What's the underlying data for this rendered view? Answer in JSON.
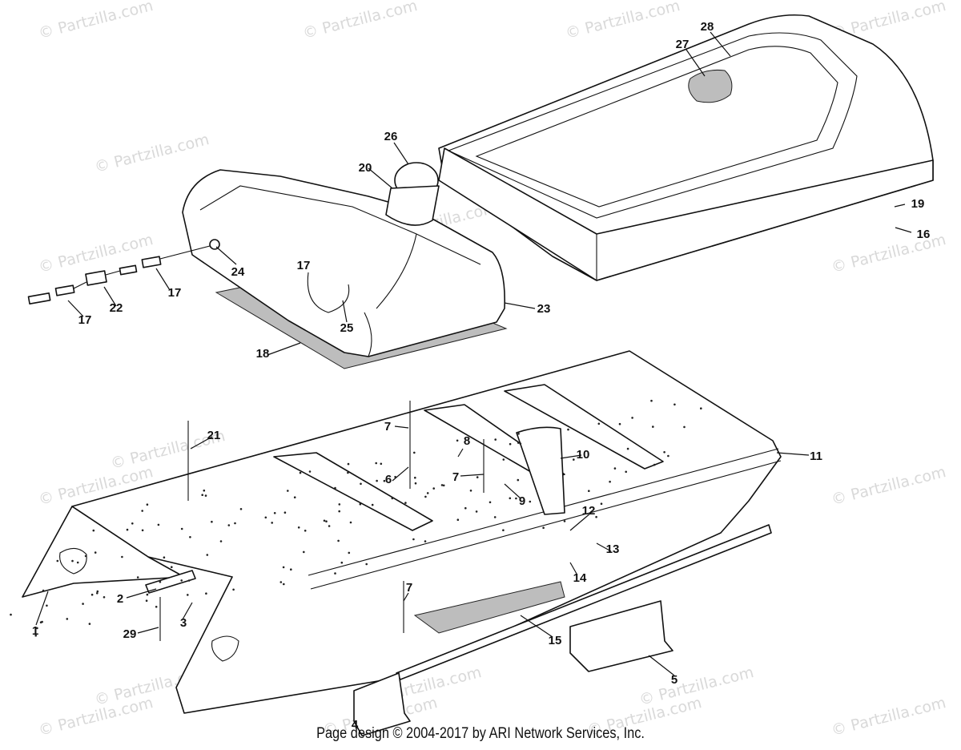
{
  "watermark": "© Partzilla.com",
  "footer": "Page design © 2004-2017 by ARI Network Services, Inc.",
  "callouts": [
    "1",
    "2",
    "3",
    "4",
    "5",
    "6",
    "7",
    "7",
    "7",
    "8",
    "9",
    "10",
    "11",
    "12",
    "13",
    "14",
    "15",
    "16",
    "17",
    "17",
    "17",
    "18",
    "19",
    "20",
    "21",
    "22",
    "23",
    "24",
    "25",
    "26",
    "27",
    "28",
    "29"
  ]
}
